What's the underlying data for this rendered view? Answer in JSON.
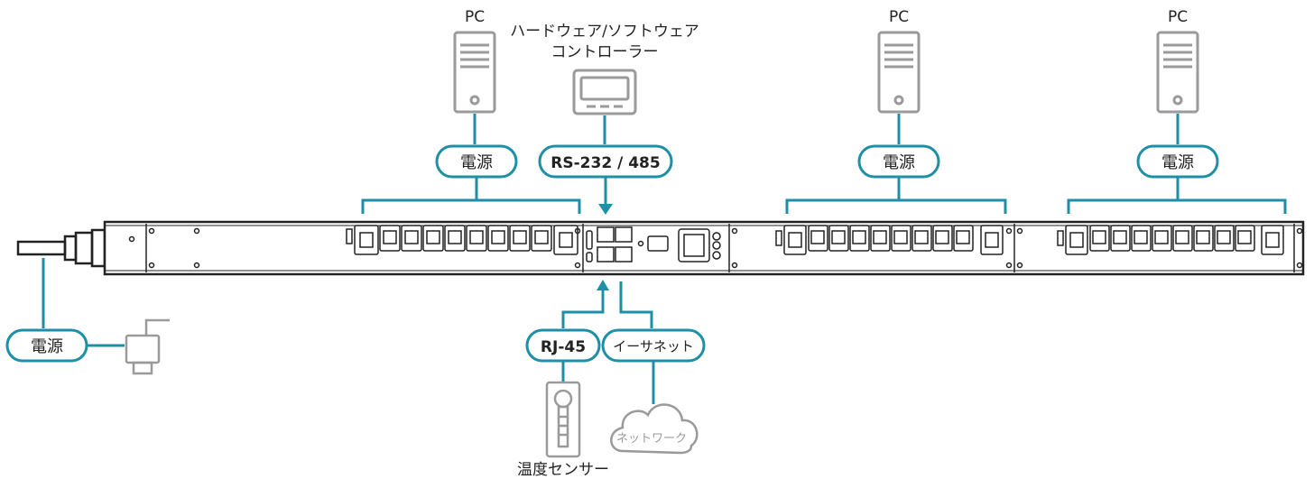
{
  "pc_labels": [
    "PC",
    "PC",
    "PC"
  ],
  "controller_label_line1": "ハードウェア/ソフトウェア",
  "controller_label_line2": "コントローラー",
  "power_pills": [
    "電源",
    "電源",
    "電源"
  ],
  "rs_pill": "RS-232 / 485",
  "input_power_pill": "電源",
  "rj45_pill": "RJ-45",
  "ethernet_pill": "イーサネット",
  "network_label": "ネットワーク",
  "sensor_label": "温度センサー",
  "colors": {
    "accent": "#1d8fa6",
    "line": "#222222",
    "device_gray": "#9a9a9a"
  }
}
